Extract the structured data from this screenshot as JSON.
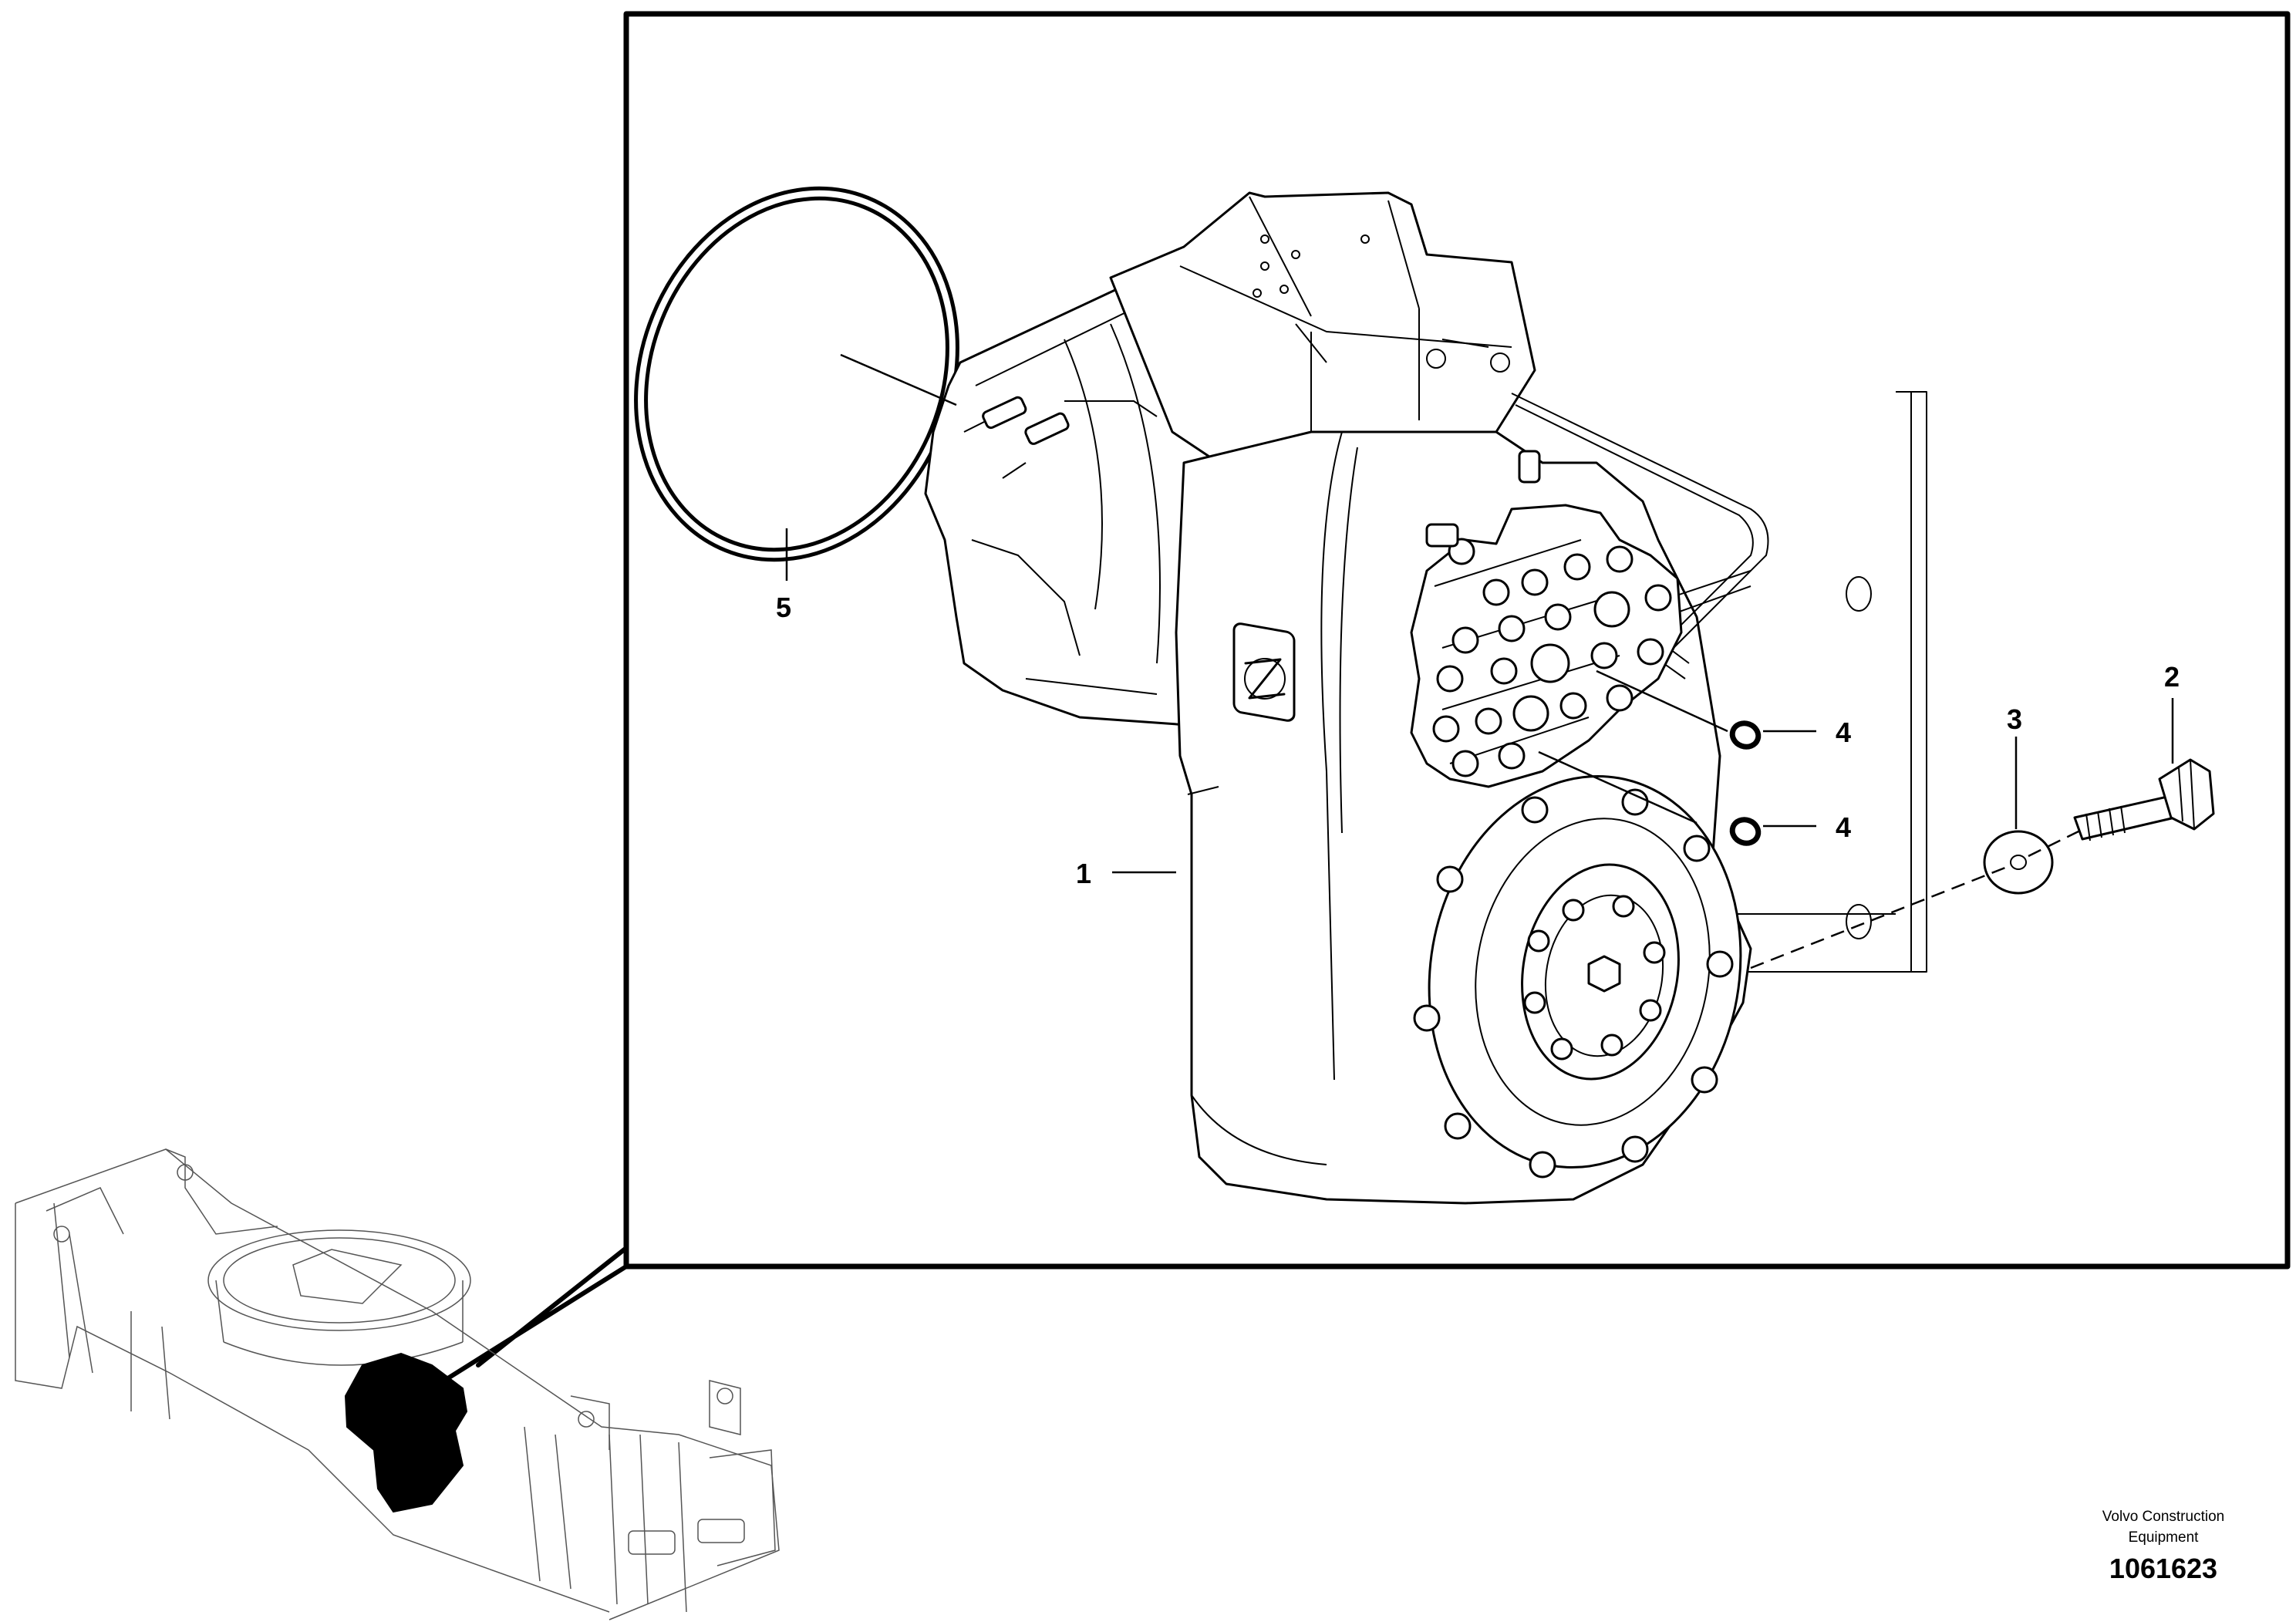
{
  "callouts": [
    {
      "id": "1",
      "label": "1"
    },
    {
      "id": "2",
      "label": "2"
    },
    {
      "id": "3",
      "label": "3"
    },
    {
      "id": "4a",
      "label": "4"
    },
    {
      "id": "4b",
      "label": "4"
    },
    {
      "id": "5",
      "label": "5"
    }
  ],
  "footer": {
    "company_line1": "Volvo Construction",
    "company_line2": "Equipment",
    "document_number": "1061623"
  },
  "icons": {
    "brand_logo": "zf-logo-icon"
  }
}
